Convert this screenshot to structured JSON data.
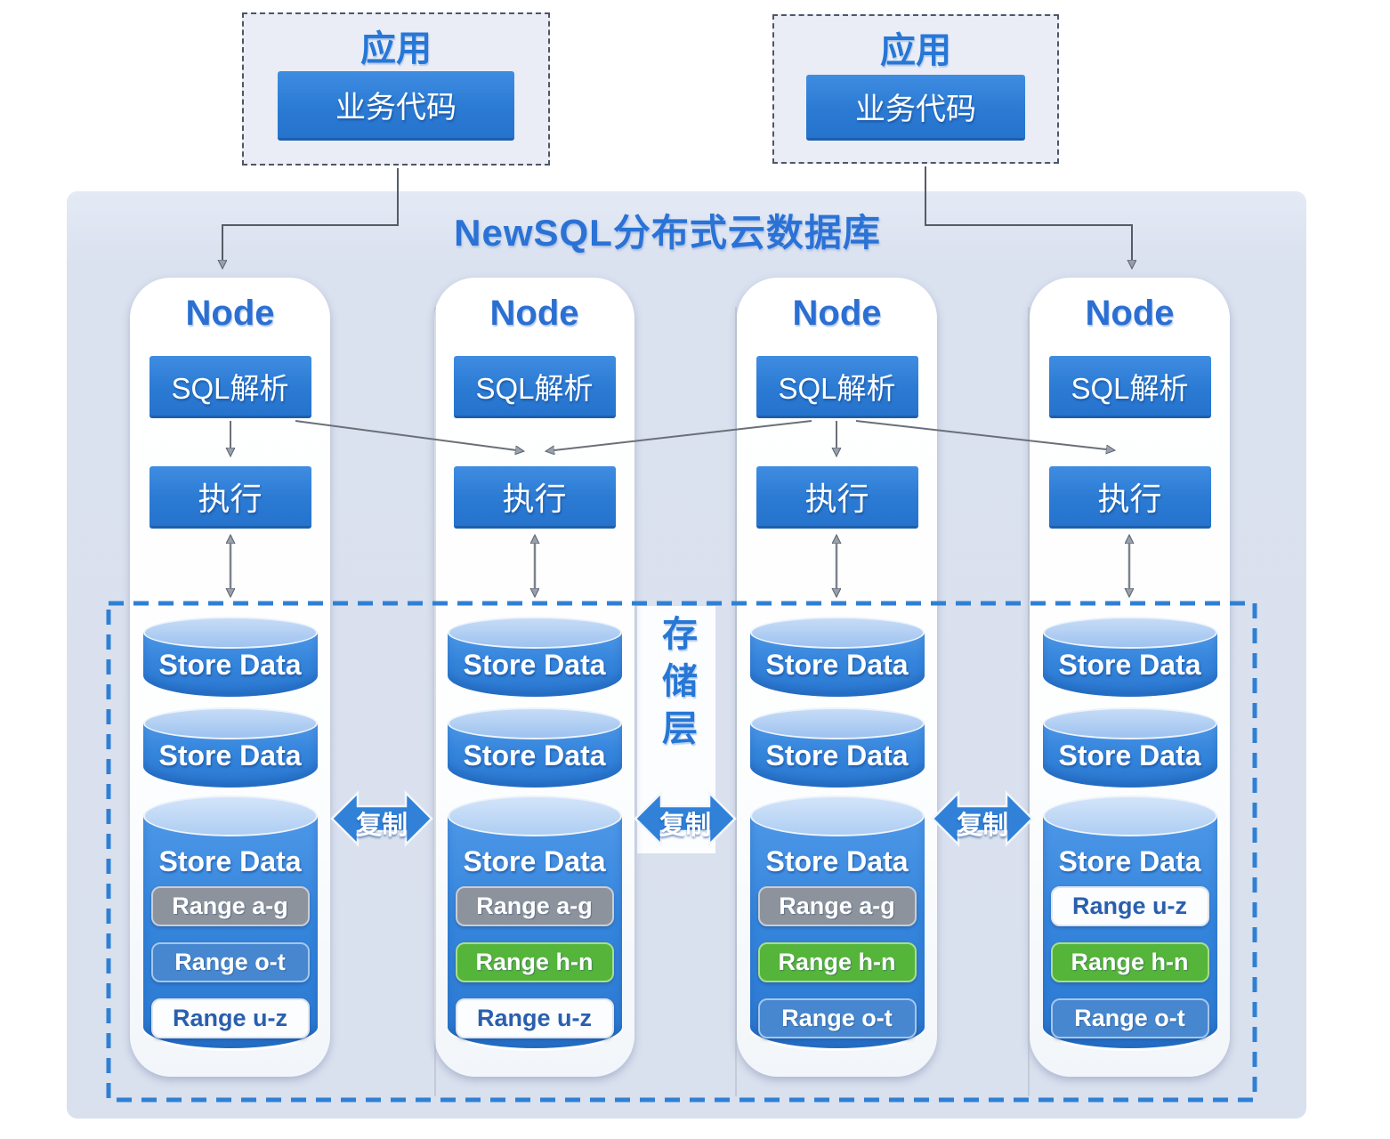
{
  "diagram_title": "NewSQL分布式云数据库",
  "apps": [
    {
      "title": "应用",
      "code": "业务代码"
    },
    {
      "title": "应用",
      "code": "业务代码"
    }
  ],
  "storage": {
    "layer_label": "存储层",
    "replicate_label": "复制"
  },
  "nodes": [
    {
      "title": "Node",
      "sql": "SQL解析",
      "exec": "执行",
      "disks": [
        "Store Data",
        "Store Data"
      ],
      "main_disk": {
        "label": "Store Data",
        "ranges": [
          {
            "label": "Range a-g",
            "variant": "gray"
          },
          {
            "label": "Range o-t",
            "variant": "blue"
          },
          {
            "label": "Range u-z",
            "variant": "white"
          }
        ]
      }
    },
    {
      "title": "Node",
      "sql": "SQL解析",
      "exec": "执行",
      "disks": [
        "Store Data",
        "Store Data"
      ],
      "main_disk": {
        "label": "Store Data",
        "ranges": [
          {
            "label": "Range a-g",
            "variant": "gray"
          },
          {
            "label": "Range h-n",
            "variant": "green"
          },
          {
            "label": "Range u-z",
            "variant": "white"
          }
        ]
      }
    },
    {
      "title": "Node",
      "sql": "SQL解析",
      "exec": "执行",
      "disks": [
        "Store Data",
        "Store Data"
      ],
      "main_disk": {
        "label": "Store Data",
        "ranges": [
          {
            "label": "Range a-g",
            "variant": "gray"
          },
          {
            "label": "Range h-n",
            "variant": "green"
          },
          {
            "label": "Range o-t",
            "variant": "blue"
          }
        ]
      }
    },
    {
      "title": "Node",
      "sql": "SQL解析",
      "exec": "执行",
      "disks": [
        "Store Data",
        "Store Data"
      ],
      "main_disk": {
        "label": "Store Data",
        "ranges": [
          {
            "label": "Range u-z",
            "variant": "white"
          },
          {
            "label": "Range h-n",
            "variant": "green"
          },
          {
            "label": "Range o-t",
            "variant": "blue"
          }
        ]
      }
    }
  ],
  "colors": {
    "primary_blue": "#2e7fd8",
    "title_blue": "#2a72d6",
    "container_bg": "#d9e0ee",
    "cylinder_top": "#a9c9f0",
    "dashed_border_blue": "#2f80d4",
    "range_gray": "#8d939c",
    "range_blue": "#4687cf",
    "range_green": "#55b43a",
    "range_white": "#fbfdff",
    "connector_gray": "#5a616c"
  }
}
